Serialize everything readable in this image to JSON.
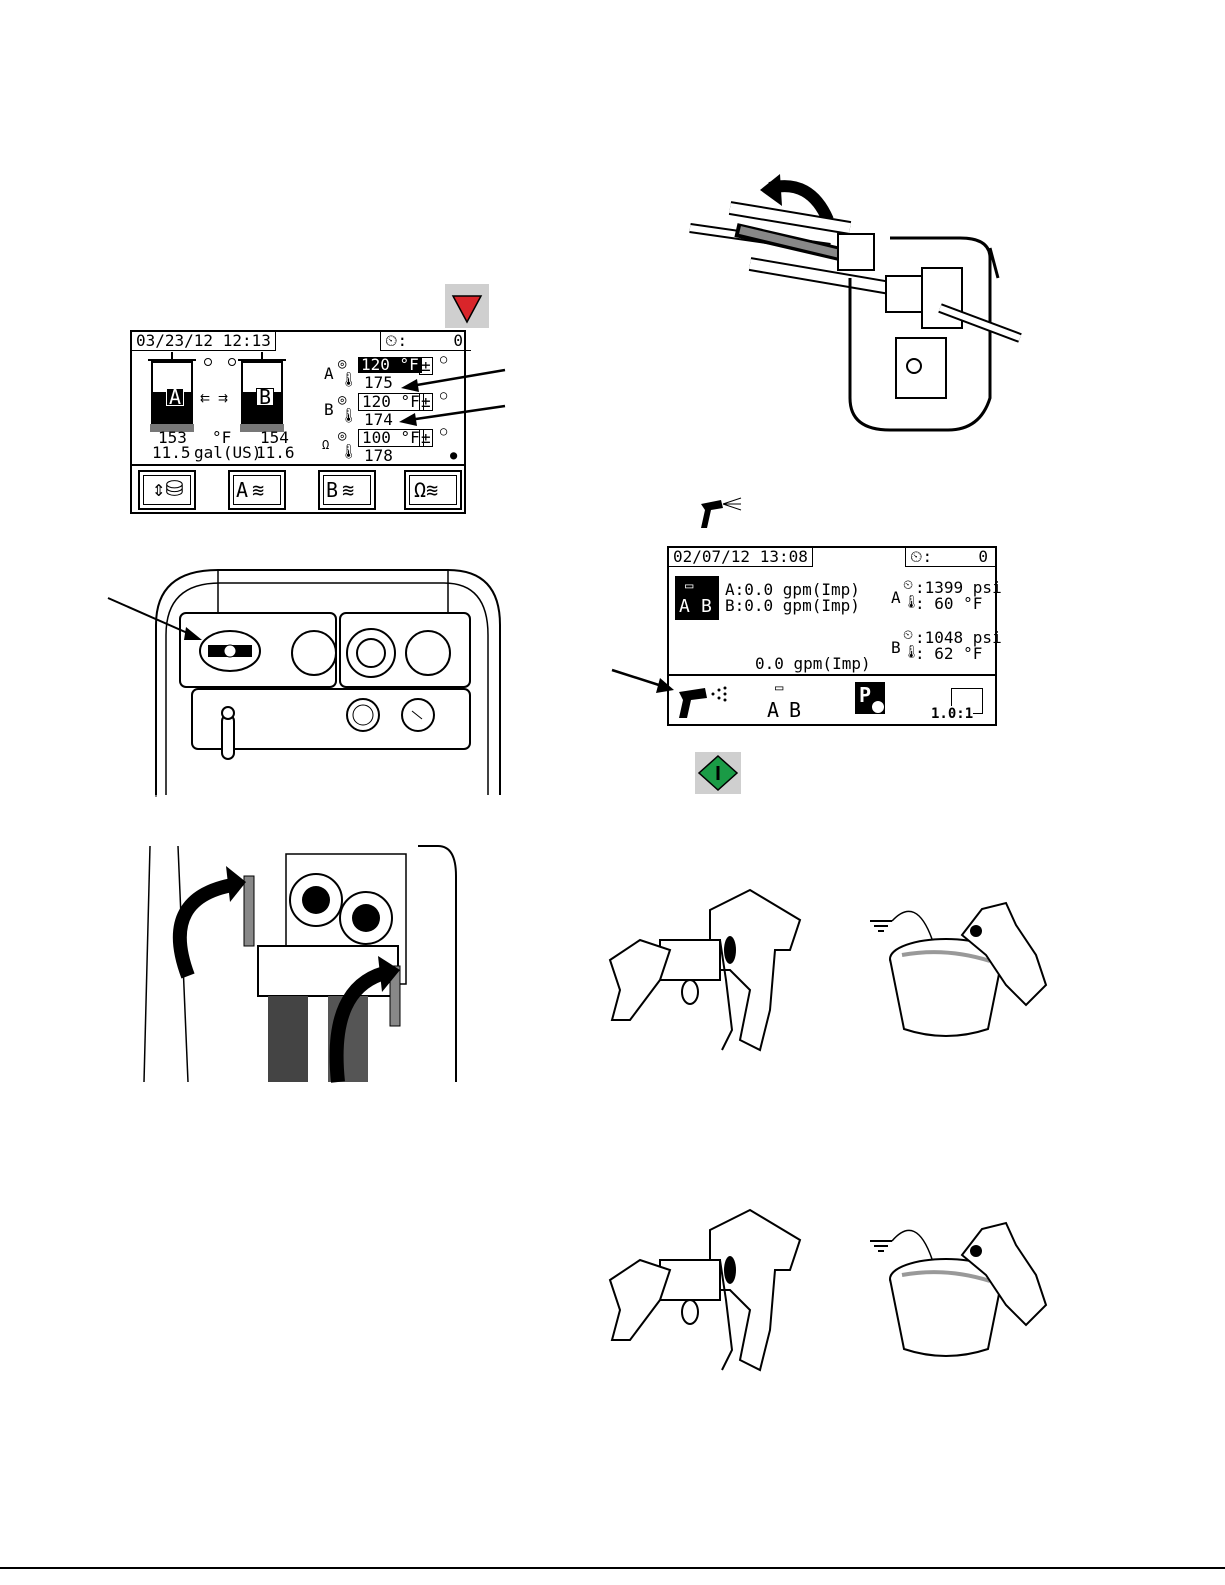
{
  "heat_screen": {
    "datetime": "03/23/12 12:13",
    "counter_value": "0",
    "tank_a_label": "A",
    "tank_b_label": "B",
    "tank_a_temp": "153",
    "temp_unit": "°F",
    "tank_b_temp": "154",
    "tank_a_volume": "11.5",
    "volume_unit": "gal(US)",
    "tank_b_volume": "11.6",
    "zones": [
      {
        "label": "A",
        "setpoint": "120 °F",
        "actual": "175"
      },
      {
        "label": "B",
        "setpoint": "120 °F",
        "actual": "174"
      },
      {
        "label": "",
        "setpoint": "100 °F",
        "actual": "178"
      }
    ],
    "softkey_a_label": "A",
    "softkey_b_label": "B",
    "plus_minus": "±"
  },
  "spray_screen": {
    "datetime": "02/07/12 13:08",
    "counter_value": "0",
    "flow_a": "A:0.0 gpm(Imp)",
    "flow_b": "B:0.0 gpm(Imp)",
    "total_flow": "0.0 gpm(Imp)",
    "pressure_a": ":1399 psi",
    "temp_a": ":  60 °F",
    "pressure_b": ":1048 psi",
    "temp_b": ":  62 °F",
    "side_a": "A",
    "side_b": "B",
    "atb_a": "A",
    "atb_b": "B",
    "ratio": "1.0:1",
    "park_label": "P"
  },
  "colors": {
    "stop_button": "#d9252a",
    "start_button": "#1a9b46",
    "button_bg": "#cfcfcf"
  },
  "icons": [
    "stop-triangle-icon",
    "start-diamond-icon",
    "spray-gun-icon",
    "arrow-callout-icon",
    "curved-arrow-icon",
    "ground-icon",
    "bucket-icon"
  ]
}
